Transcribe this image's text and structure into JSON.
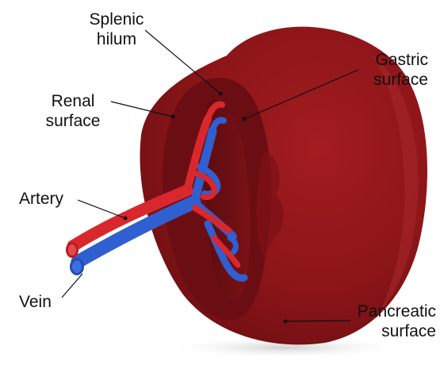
{
  "labels": {
    "splenic_hilum": {
      "line1": "Splenic",
      "line2": "hilum"
    },
    "gastric_surface": {
      "line1": "Gastric",
      "line2": "surface"
    },
    "renal_surface": {
      "line1": "Renal",
      "line2": "surface"
    },
    "artery": "Artery",
    "vein": "Vein",
    "pancreatic_surface": {
      "line1": "Pancreatic",
      "line2": "surface"
    }
  },
  "colors": {
    "spleen_body": "#8b1518",
    "spleen_shadow": "#5e0c10",
    "spleen_highlight": "#b3262a",
    "artery": "#d9272e",
    "vein": "#2f5fd0",
    "leader_line": "#111111"
  }
}
